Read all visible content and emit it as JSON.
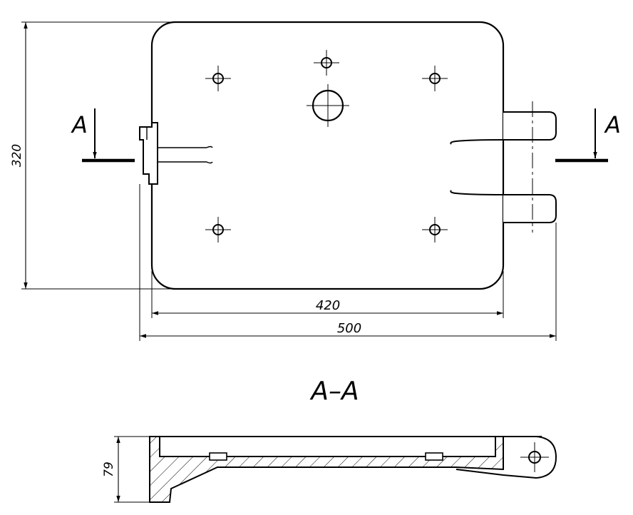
{
  "drawing": {
    "dimensions": {
      "height": "320",
      "inner_width": "420",
      "overall_width": "500",
      "section_thickness": "79"
    },
    "section": {
      "marker_left": "A",
      "marker_right": "A",
      "view_title": "A–A"
    }
  }
}
